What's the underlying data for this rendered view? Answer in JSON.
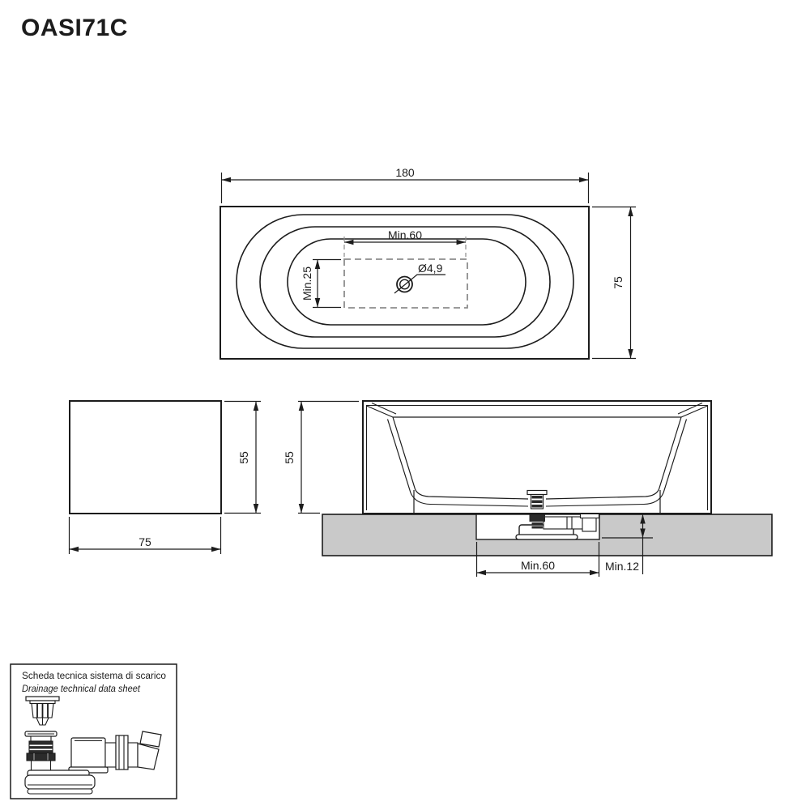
{
  "title": "OASI71C",
  "colors": {
    "line": "#1c1c1c",
    "dashed": "#8d8d8d",
    "slab_fill": "#c9c9c9",
    "dark_fill": "#2b2b2b",
    "background": "#ffffff"
  },
  "top_view": {
    "width": "180",
    "height": "75",
    "min_width": "Min.60",
    "min_depth": "Min.25",
    "drain_diameter": "Ø4,9"
  },
  "side_view": {
    "height": "55",
    "width": "75"
  },
  "section_view": {
    "height": "55",
    "recess_width": "Min.60",
    "recess_depth": "Min.12"
  },
  "datasheet": {
    "title_it": "Scheda tecnica sistema di scarico",
    "title_en": "Drainage technical data sheet"
  }
}
